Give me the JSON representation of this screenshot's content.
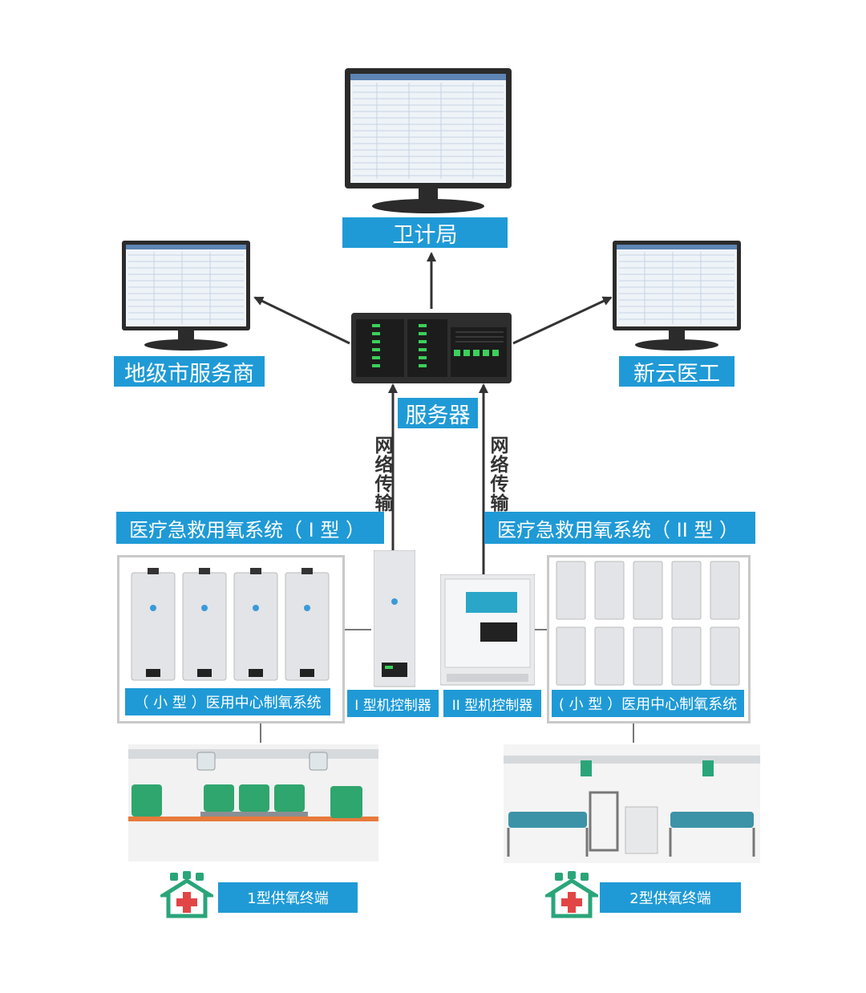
{
  "nodes": {
    "health_bureau": "卫计局",
    "city_provider": "地级市服务商",
    "xinyun": "新云医工",
    "server": "服务器",
    "network_left": "网络传输",
    "network_right": "网络传输",
    "system_type1": "医疗急救用氧系统（ I 型 ）",
    "system_type2": "医疗急救用氧系统（ II 型 ）",
    "mini_system_left": "（ 小 型 ）医用中心制氧系统",
    "mini_system_right": "( 小 型 ）医用中心制氧系统",
    "controller_type1": "I 型机控制器",
    "controller_type2": "II 型机控制器",
    "terminal_type1": "1型供氧终端",
    "terminal_type2": "2型供氧终端"
  },
  "colors": {
    "label_bg": "#1f9ad6",
    "label_text": "#ffffff",
    "accent_green": "#2aa57a",
    "hospital_red": "#e24545",
    "frame_border": "#c9c9c9"
  }
}
